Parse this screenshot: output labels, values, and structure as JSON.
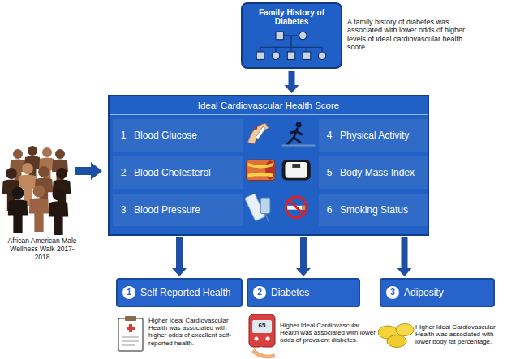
{
  "diagram": {
    "nodes": [
      {
        "text": [
          "Family History of Diabetes"
        ]
      },
      {
        "text": [
          "Ideal Cardiovascular Health Score"
        ]
      },
      {
        "text": [
          "1",
          "Blood Glucose"
        ],
        "in": 1
      },
      {
        "text": [
          "2",
          "Blood Cholesterol"
        ],
        "in": 1
      },
      {
        "text": [
          "3",
          "Blood Pressure"
        ],
        "in": 1
      },
      {
        "text": [
          "4",
          "Physical Activity"
        ],
        "in": 1
      },
      {
        "text": [
          "5",
          "Body Mass Index"
        ],
        "in": 1
      },
      {
        "text": [
          "6",
          "Smoking Status"
        ],
        "in": 1
      },
      {
        "text": [
          "1",
          "Self Reported Health"
        ]
      },
      {
        "text": [
          "2",
          "Diabetes"
        ]
      },
      {
        "text": [
          "3",
          "Adiposity"
        ]
      }
    ],
    "edges": [
      {
        "from": 0,
        "to": 1,
        "arrow": "to"
      },
      {
        "from": 1,
        "to": 8,
        "arrow": "to"
      },
      {
        "from": 1,
        "to": 9,
        "arrow": "to"
      },
      {
        "from": 1,
        "to": 10,
        "arrow": "to"
      }
    ],
    "labels": [
      "A family history of diabetes was associated with lower odds of higher levels of ideal cardiovascular health score.",
      "African American Male Wellness Walk 2017-2018",
      "Higher Ideal Cardiovascular Health was associated with higher odds of excellent self-reported health.",
      "Higher Ideal Cardiovascular Health was associated with lower odds of prevalent diabetes.",
      "Higher Ideal Cardiovascular Health was associated with lower body fat percentage.",
      "65"
    ]
  }
}
